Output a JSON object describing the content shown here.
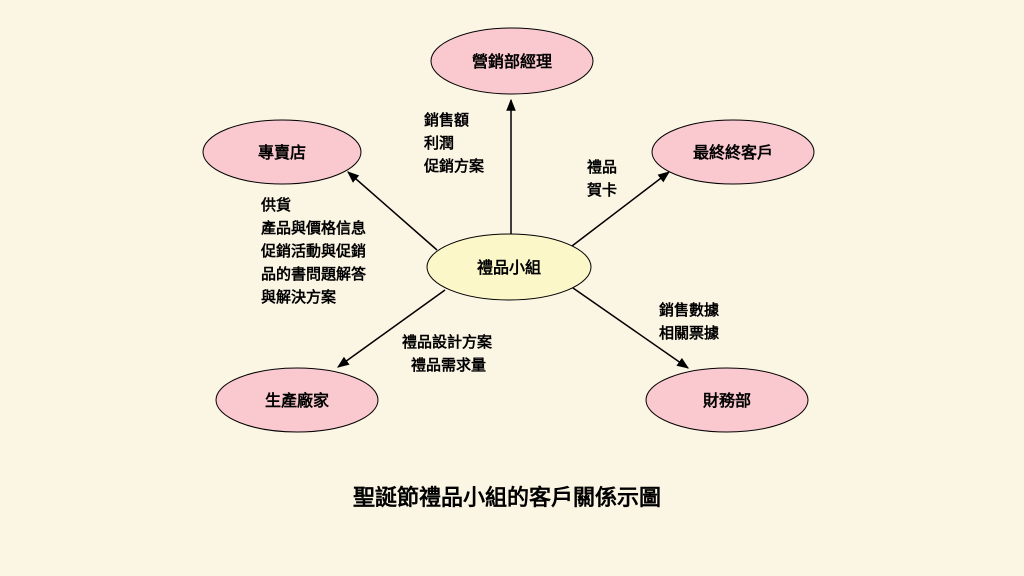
{
  "colors": {
    "background": "#fbf5e4",
    "node_fill": "#f9c9cf",
    "center_fill": "#fbf7c9",
    "stroke": "#000000"
  },
  "diagram": {
    "center": {
      "label": "禮品小組"
    },
    "nodes": {
      "marketing": {
        "label": "營銷部經理"
      },
      "retail": {
        "label": "專賣店"
      },
      "customer": {
        "label": "最終終客戶"
      },
      "manufacturer": {
        "label": "生產廠家"
      },
      "finance": {
        "label": "財務部"
      }
    },
    "edges": {
      "marketing": {
        "lines": [
          "銷售額",
          "利潤",
          "促銷方案"
        ]
      },
      "retail": {
        "lines": [
          "供貨",
          "產品與價格信息",
          "促銷活動與促銷",
          "品的書問題解答",
          "與解決方案"
        ]
      },
      "customer": {
        "lines": [
          "禮品",
          "賀卡"
        ]
      },
      "manufacturer": {
        "lines": [
          "禮品設計方案",
          "禮品需求量"
        ]
      },
      "finance": {
        "lines": [
          "銷售數據",
          "相關票據"
        ]
      }
    }
  },
  "title": "聖誕節禮品小組的客戶關係示圖"
}
